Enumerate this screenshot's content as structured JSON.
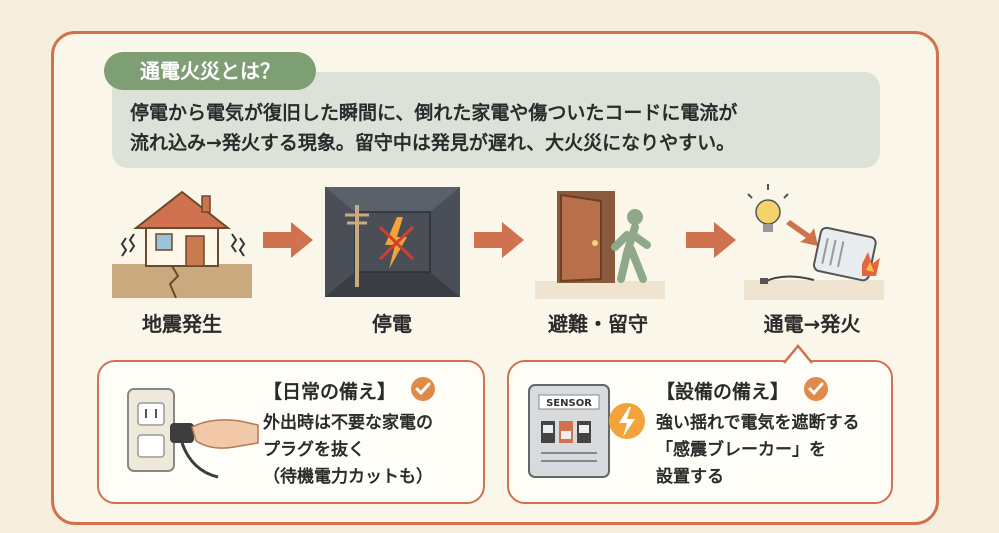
{
  "intro": {
    "tag": "通電火災とは？",
    "line1": "停電から電気が復旧した瞬間に、倒れた家電や傷ついたコードに電流が",
    "line2": "流れ込み→発火する現象。留守中は発見が遅れ、大火災になりやすい。"
  },
  "steps": [
    {
      "label": "地震発生",
      "icon": "house-earthquake-icon"
    },
    {
      "label": "停電",
      "icon": "power-outage-icon"
    },
    {
      "label": "避難・留守",
      "icon": "evacuation-door-icon"
    },
    {
      "label": "通電→発火",
      "icon": "heater-fire-icon"
    }
  ],
  "cards": {
    "daily": {
      "title": "【日常の備え】",
      "lines": [
        "外出時は不要な家電の",
        "プラグを抜く",
        "（待機電力カットも）"
      ],
      "icon": "outlet-plug-icon"
    },
    "equipment": {
      "title": "【設備の備え】",
      "lines": [
        "強い揺れで電気を遮断する",
        "「感震ブレーカー」を",
        "設置する"
      ],
      "icon": "seismic-breaker-icon",
      "sensor_label": "SENSOR"
    }
  },
  "colors": {
    "accent": "#d0714f",
    "tag_green": "#7e9e74",
    "intro_bg": "#dde2d9",
    "check_orange": "#e08a4a"
  }
}
